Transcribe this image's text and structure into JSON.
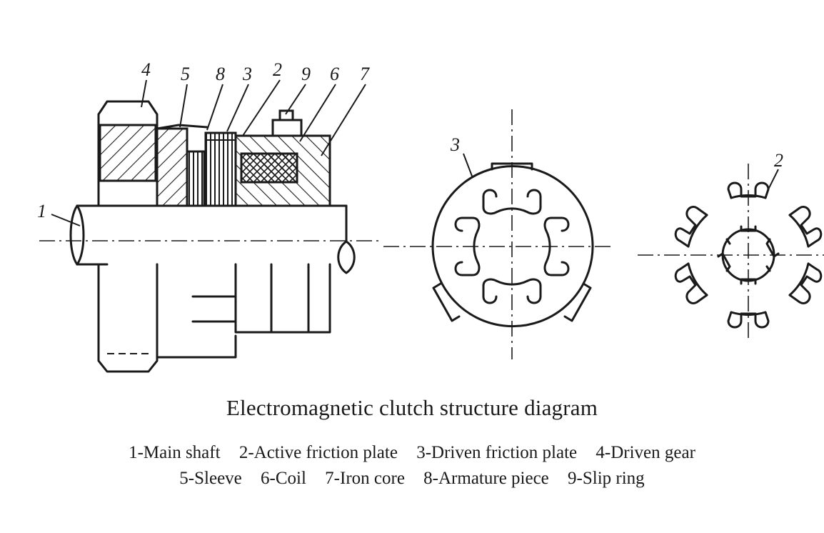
{
  "diagram": {
    "callout_numbers": [
      "1",
      "2",
      "3",
      "4",
      "5",
      "6",
      "7",
      "8",
      "9"
    ],
    "detail_views": [
      {
        "label": "3"
      },
      {
        "label": "2"
      }
    ]
  },
  "title": "Electromagnetic clutch structure diagram",
  "legend": {
    "line1": [
      "1-Main shaft",
      "2-Active friction plate",
      "3-Driven friction plate",
      "4-Driven gear"
    ],
    "line2": [
      "5-Sleeve",
      "6-Coil",
      "7-Iron core",
      "8-Armature piece",
      "9-Slip ring"
    ]
  }
}
